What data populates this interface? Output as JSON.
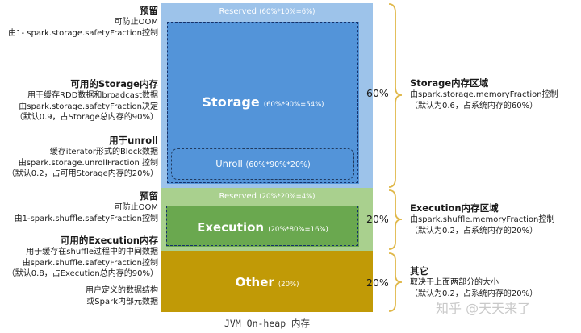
{
  "colors": {
    "reserved_top": "#9dc3ea",
    "storage": "#5394d9",
    "storage_dashed": "#4a8bd3",
    "reserved_mid": "#a9d08e",
    "execution": "#6aa84f",
    "other": "#c19a06",
    "brace": "#e0b84a"
  },
  "left": {
    "reserved1": {
      "title": "预留",
      "lines": [
        "可防止OOM",
        "由1- spark.storage.safetyFraction控制"
      ]
    },
    "storage": {
      "title": "可用的Storage内存",
      "lines": [
        "用于缓存RDD数据和broadcast数据",
        "由spark.storage.safetyFraction决定",
        "（默认0.9，占Storage总内存的90%）"
      ]
    },
    "unroll": {
      "title": "用于unroll",
      "lines": [
        "缓存iterator形式的Block数据",
        "由spark.storage.unrollFraction 控制",
        "（默认0.2，占可用Storage内存的20%）"
      ]
    },
    "reserved2": {
      "title": "预留",
      "lines": [
        "可防止OOM",
        "由1-spark.shuffle.safetyFraction控制"
      ]
    },
    "execution": {
      "title": "可用的Execution内存",
      "lines": [
        "用于缓存在shuffle过程中的中间数据",
        "由spark.shuffle.safetyFraction控制",
        "（默认0.8，占Execution总内存的90%）"
      ]
    },
    "other": {
      "lines": [
        "用户定义的数据结构",
        "或Spark内部元数据"
      ]
    }
  },
  "blocks": {
    "reserved_top": {
      "name": "Reserved",
      "formula": "(60%*10%=6%)"
    },
    "storage": {
      "name": "Storage",
      "formula": "(60%*90%=54%)"
    },
    "unroll": {
      "name": "Unroll",
      "formula": "(60%*90%*20%)"
    },
    "reserved_mid": {
      "name": "Reserved",
      "formula": "(20%*20%=4%)"
    },
    "execution": {
      "name": "Execution",
      "formula": "(20%*80%=16%)"
    },
    "other": {
      "name": "Other",
      "formula": "(20%)"
    }
  },
  "percentages": {
    "storage": "60%",
    "execution": "20%",
    "other": "20%"
  },
  "right": {
    "storage": {
      "title": "Storage内存区域",
      "lines": [
        "由spark.storage.memoryFraction控制",
        "（默认为0.6，占系统内存的60%）"
      ]
    },
    "execution": {
      "title": "Execution内存区域",
      "lines": [
        "由spark.shuffle.memoryFraction控制",
        "（默认为0.2，占系统内存的20%）"
      ]
    },
    "other": {
      "title": "其它",
      "lines": [
        "取决于上面两部分的大小",
        "（默认为0.2，占系统内存的20%）"
      ]
    }
  },
  "caption": "JVM On-heap 内存",
  "watermark": "知乎 @天天来了"
}
